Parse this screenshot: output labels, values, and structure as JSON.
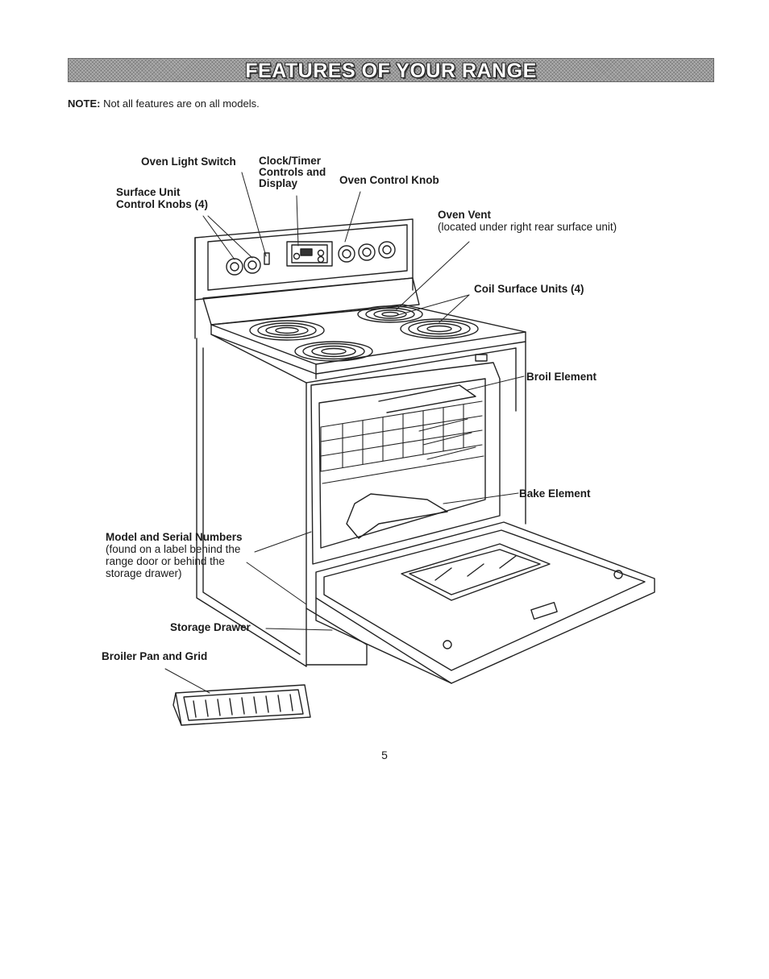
{
  "header": {
    "title": "FEATURES OF YOUR RANGE"
  },
  "note": {
    "label": "NOTE:",
    "text": "Not all features are on all models."
  },
  "labels": {
    "oven_light_switch": "Oven Light Switch",
    "clock_timer": [
      "Clock/Timer",
      "Controls and",
      "Display"
    ],
    "oven_control_knob": "Oven Control Knob",
    "surface_unit_knobs": [
      "Surface Unit",
      "Control Knobs (4)"
    ],
    "oven_vent": {
      "title": "Oven Vent",
      "detail": "(located under right rear surface unit)"
    },
    "coil_surface_units": "Coil Surface Units (4)",
    "broil_element": "Broil Element",
    "bake_element": "Bake Element",
    "model_serial": {
      "title": "Model and Serial Numbers",
      "detail": [
        "(found on a label behind the",
        "range door or behind the",
        "storage drawer)"
      ]
    },
    "storage_drawer": "Storage Drawer",
    "broiler_pan": "Broiler Pan and Grid"
  },
  "page": {
    "number": "5"
  }
}
